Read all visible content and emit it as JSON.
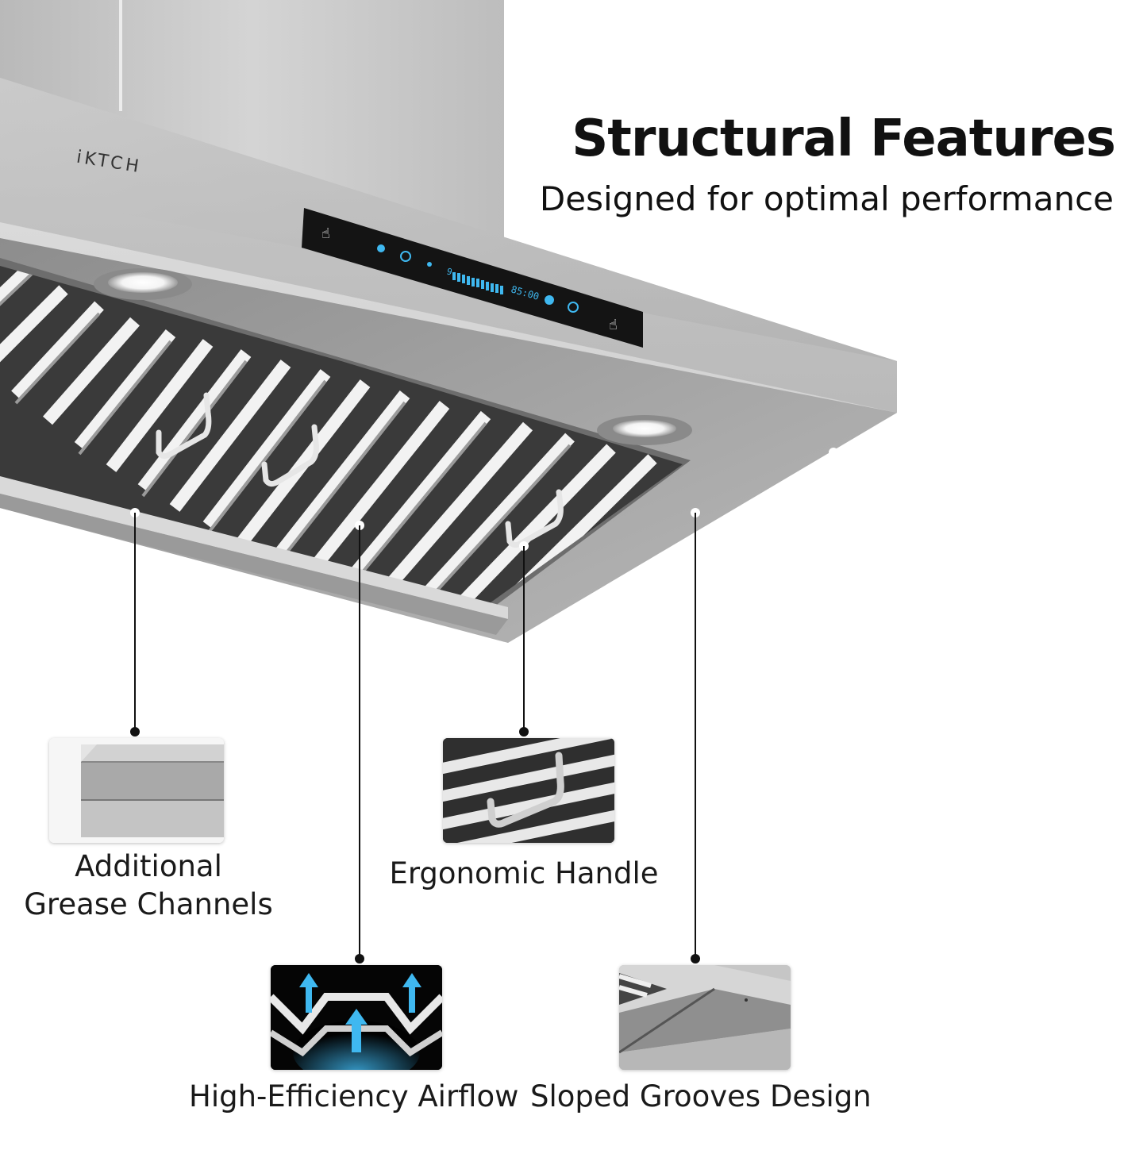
{
  "header": {
    "title": "Structural Features",
    "subtitle": "Designed for optimal performance"
  },
  "product": {
    "brand": "iKTCH",
    "display_time": "85:00",
    "display_speed": "9"
  },
  "features": [
    {
      "label_line1": "Additional",
      "label_line2": "Grease Channels",
      "icon": "grease-channel-thumbnail"
    },
    {
      "label": "Ergonomic Handle",
      "icon": "handle-thumbnail"
    },
    {
      "label": "High-Efficiency Airflow",
      "icon": "airflow-thumbnail"
    },
    {
      "label": "Sloped Grooves Design",
      "icon": "groove-thumbnail"
    }
  ],
  "colors": {
    "accent": "#3fb8f0",
    "text": "#111111"
  }
}
